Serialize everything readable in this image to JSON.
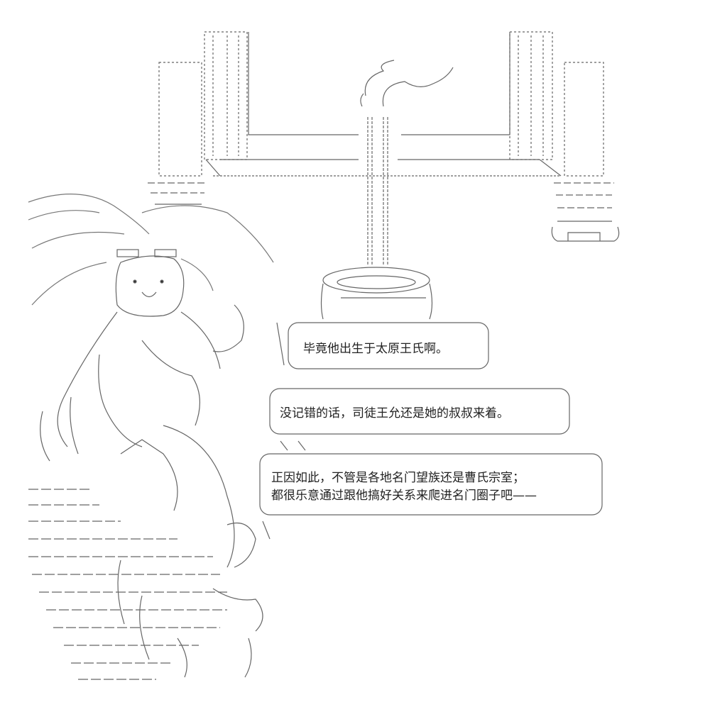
{
  "art": {
    "kind": "ascii-art",
    "subject": "seated character in front of a hall with pillars and an incense burner"
  },
  "bubbles": [
    {
      "lines": [
        "毕竟他出生于太原王氏啊。"
      ]
    },
    {
      "lines": [
        "没记错的话，司徒王允还是她的叔叔来着。"
      ]
    },
    {
      "lines": [
        "正因如此，不管是各地名门望族还是曹氏宗室；",
        "都很乐意通过跟他搞好关系来爬进名门圈子吧——"
      ]
    }
  ],
  "colors": {
    "ink": "#555555",
    "text": "#222222",
    "background": "#ffffff"
  }
}
